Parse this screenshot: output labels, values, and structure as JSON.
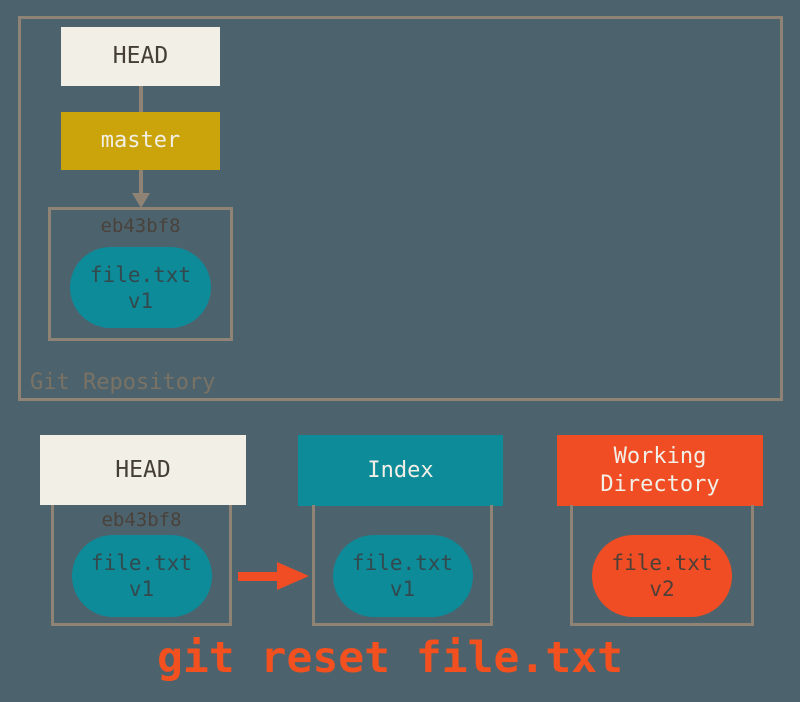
{
  "colors": {
    "background": "#4C636E",
    "box_border": "#8E8374",
    "head_box_cream": "#F1EFE6",
    "branch_box_gold": "#CBA30A",
    "index_teal": "#0D8B99",
    "working_red": "#F04D24",
    "caption_red": "#F2501F",
    "hash_text": "#4A423A",
    "repo_label_text": "#7A7264"
  },
  "icons": {
    "down_arrow": "▼",
    "right_arrow": "►"
  },
  "top_diagram": {
    "container_label": "Git Repository",
    "head_label": "HEAD",
    "branch_label": "master",
    "commit": {
      "hash": "eb43bf8",
      "file_name": "file.txt",
      "file_version": "v1"
    }
  },
  "bottom_diagram": {
    "head_column": {
      "header": "HEAD",
      "commit_hash": "eb43bf8",
      "file_name": "file.txt",
      "file_version": "v1"
    },
    "index_column": {
      "header": "Index",
      "file_name": "file.txt",
      "file_version": "v1"
    },
    "working_column": {
      "header": "Working Directory",
      "file_name": "file.txt",
      "file_version": "v2"
    }
  },
  "command_caption": "git reset file.txt"
}
